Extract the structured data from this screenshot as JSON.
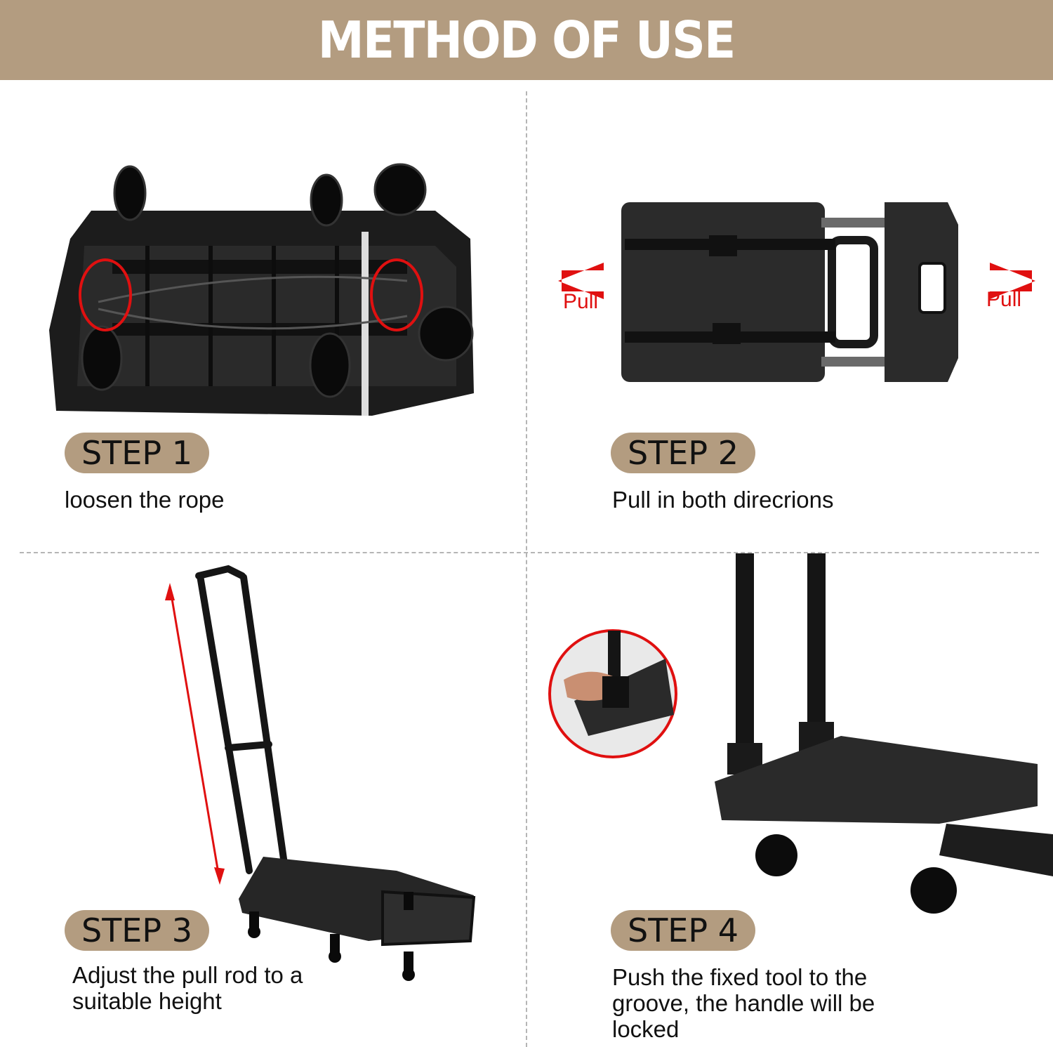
{
  "header": {
    "title": "METHOD OF USE"
  },
  "steps": [
    {
      "label": "STEP 1",
      "text": "loosen the rope"
    },
    {
      "label": "STEP 2",
      "text": "Pull in both direcrions"
    },
    {
      "label": "STEP 3",
      "text": "Adjust the pull rod to a suitable height"
    },
    {
      "label": "STEP 4",
      "text": "Push the fixed tool to the groove, the handle will be locked"
    }
  ],
  "pull_labels": {
    "left": "Pull",
    "right": "Pull"
  },
  "colors": {
    "header_bg": "#b39c80",
    "accent_red": "#e01010",
    "divider": "#b5b5b5"
  }
}
